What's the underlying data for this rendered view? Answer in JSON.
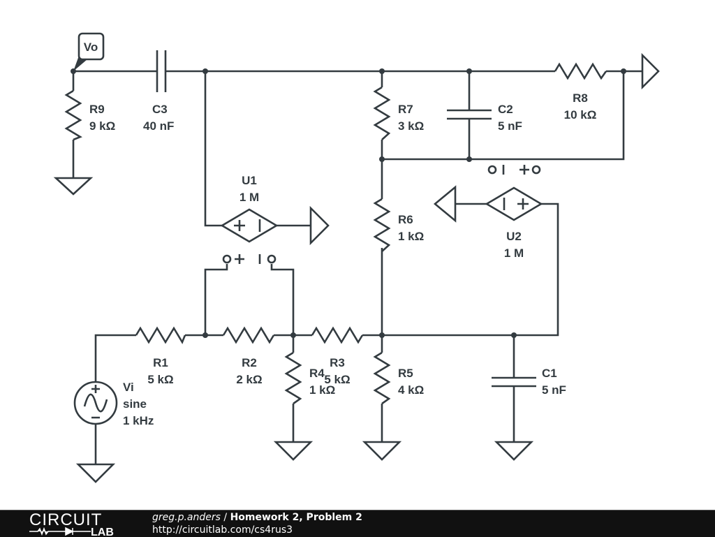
{
  "colors": {
    "wire": "#333b40",
    "footer_bg": "#111111",
    "footer_text": "#ffffff"
  },
  "net_label": "Vo",
  "components": {
    "R9": {
      "name": "R9",
      "value": "9 kΩ"
    },
    "C3": {
      "name": "C3",
      "value": "40 nF"
    },
    "R7": {
      "name": "R7",
      "value": "3 kΩ"
    },
    "C2": {
      "name": "C2",
      "value": "5 nF"
    },
    "R8": {
      "name": "R8",
      "value": "10 kΩ"
    },
    "U1": {
      "name": "U1",
      "value": "1 M"
    },
    "U2": {
      "name": "U2",
      "value": "1 M"
    },
    "R6": {
      "name": "R6",
      "value": "1 kΩ"
    },
    "R1": {
      "name": "R1",
      "value": "5 kΩ"
    },
    "R2": {
      "name": "R2",
      "value": "2 kΩ"
    },
    "R3": {
      "name": "R3",
      "value": "5 kΩ"
    },
    "R4": {
      "name": "R4",
      "value": "1 kΩ"
    },
    "R5": {
      "name": "R5",
      "value": "4 kΩ"
    },
    "C1": {
      "name": "C1",
      "value": "5 nF"
    },
    "Vi": {
      "name": "Vi",
      "type": "sine",
      "freq": "1 kHz"
    }
  },
  "footer": {
    "logo_top": "CIRCUIT",
    "logo_bottom": "LAB",
    "user": "greg.p.anders",
    "separator": " / ",
    "title": "Homework 2, Problem 2",
    "url": "http://circuitlab.com/cs4rus3"
  }
}
